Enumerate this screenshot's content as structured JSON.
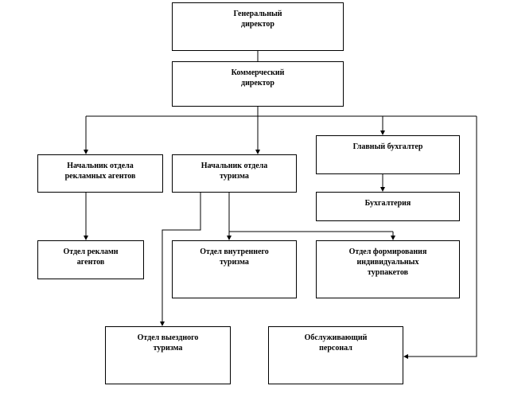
{
  "nodes": {
    "general_director": "Генеральный\nдиректор",
    "commercial_director": "Коммерческий\nдиректор",
    "head_ad_agents": "Начальник отдела\nрекламных агентов",
    "head_tourism": "Начальник отдела\nтуризма",
    "chief_accountant": "Главный бухгалтер",
    "accounting": "Бухгалтерия",
    "ad_agents_dept": "Отдел рекламн\nагентов",
    "domestic_tourism_dept": "Отдел внутреннего\nтуризма",
    "individual_packages_dept": "Отдел формирования\nиндивидуальных\nтурпакетов",
    "outbound_tourism_dept": "Отдел выездного\nтуризма",
    "service_staff": "Обслуживающий\nперсонал"
  }
}
